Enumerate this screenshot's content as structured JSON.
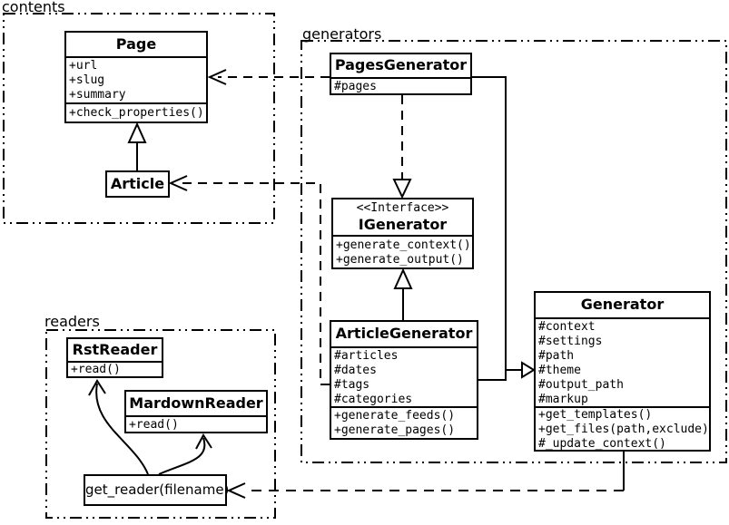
{
  "packages": {
    "contents": {
      "label": "contents"
    },
    "generators": {
      "label": "generators"
    },
    "readers": {
      "label": "readers"
    }
  },
  "classes": {
    "page": {
      "title": "Page",
      "attributes": [
        "+url",
        "+slug",
        "+summary"
      ],
      "methods": [
        "+check_properties()"
      ]
    },
    "article": {
      "title": "Article"
    },
    "pages_generator": {
      "title": "PagesGenerator",
      "attributes": [
        "#pages"
      ]
    },
    "igenerator": {
      "stereotype": "<<Interface>>",
      "title": "IGenerator",
      "methods": [
        "+generate_context()",
        "+generate_output()"
      ]
    },
    "article_generator": {
      "title": "ArticleGenerator",
      "attributes": [
        "#articles",
        "#dates",
        "#tags",
        "#categories"
      ],
      "methods": [
        "+generate_feeds()",
        "+generate_pages()"
      ]
    },
    "generator": {
      "title": "Generator",
      "attributes": [
        "#context",
        "#settings",
        "#path",
        "#theme",
        "#output_path",
        "#markup"
      ],
      "methods": [
        "+get_templates()",
        "+get_files(path,exclude)",
        "#_update_context()"
      ]
    },
    "rst_reader": {
      "title": "RstReader",
      "methods": [
        "+read()"
      ]
    },
    "mardown_reader": {
      "title": "MardownReader",
      "methods": [
        "+read()"
      ]
    }
  },
  "functions": {
    "get_reader": {
      "label": "get_reader(filename)"
    }
  },
  "relationships": [
    {
      "type": "inheritance",
      "from": "Article",
      "to": "Page"
    },
    {
      "type": "dependency",
      "from": "PagesGenerator",
      "to": "Page"
    },
    {
      "type": "dependency",
      "from": "ArticleGenerator",
      "to": "Article"
    },
    {
      "type": "realization",
      "from": "PagesGenerator",
      "to": "IGenerator"
    },
    {
      "type": "inheritance",
      "from": "ArticleGenerator",
      "to": "IGenerator"
    },
    {
      "type": "inheritance",
      "from": "PagesGenerator",
      "to": "Generator"
    },
    {
      "type": "inheritance",
      "from": "ArticleGenerator",
      "to": "Generator"
    },
    {
      "type": "dependency",
      "from": "Generator",
      "to": "get_reader(filename)"
    },
    {
      "type": "call",
      "from": "get_reader(filename)",
      "to": "RstReader"
    },
    {
      "type": "call",
      "from": "get_reader(filename)",
      "to": "MardownReader"
    }
  ],
  "colors": {
    "line": "#000000",
    "background": "#ffffff"
  }
}
